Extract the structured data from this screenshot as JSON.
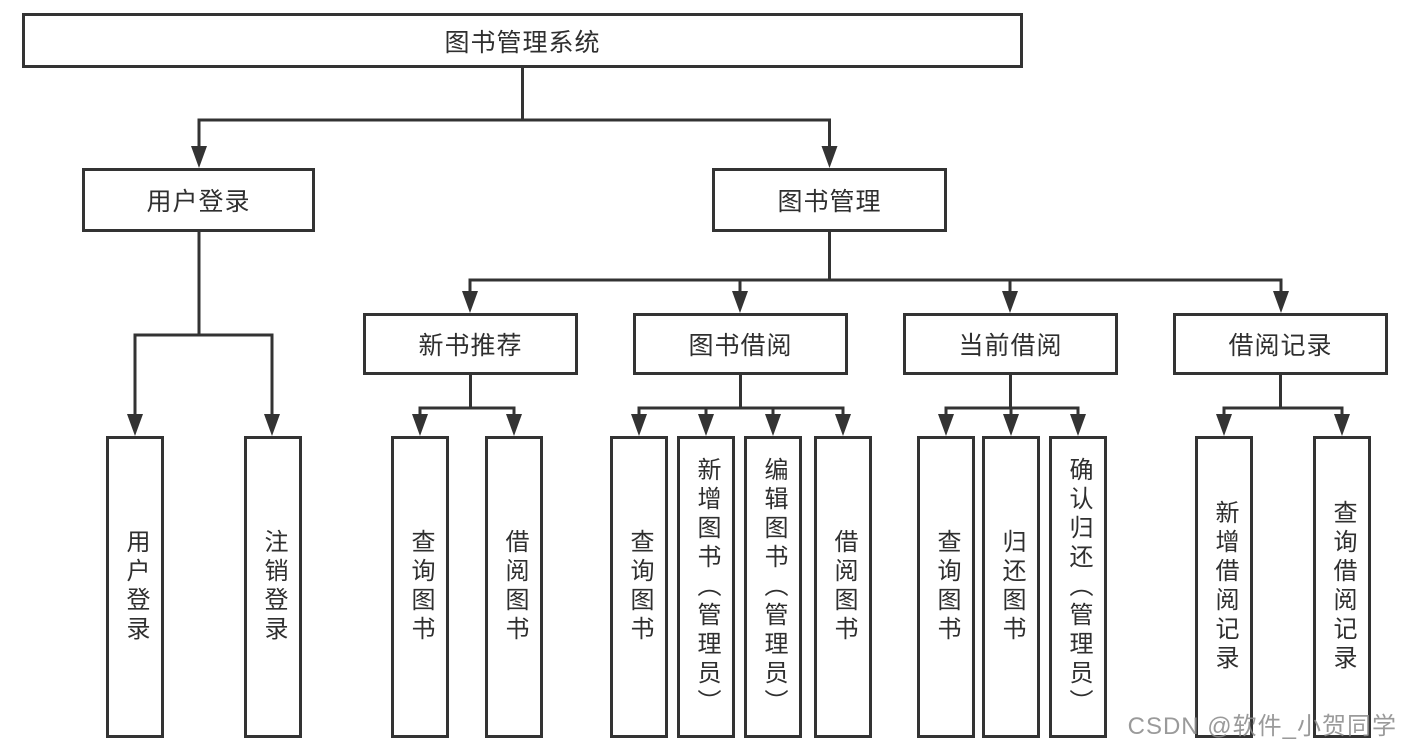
{
  "diagram": {
    "root": {
      "label": "图书管理系统"
    },
    "level2": [
      {
        "label": "用户登录"
      },
      {
        "label": "图书管理"
      }
    ],
    "level3": [
      {
        "label": "新书推荐"
      },
      {
        "label": "图书借阅"
      },
      {
        "label": "当前借阅"
      },
      {
        "label": "借阅记录"
      }
    ],
    "leaves": {
      "user_login": [
        "用户登录",
        "注销登录"
      ],
      "new_book": [
        "查询图书",
        "借阅图书"
      ],
      "book_borrow": [
        "查询图书",
        "新增图书（管理员）",
        "编辑图书（管理员）",
        "借阅图书"
      ],
      "current_borrow": [
        "查询图书",
        "归还图书",
        "确认归还（管理员）"
      ],
      "borrow_record": [
        "新增借阅记录",
        "查询借阅记录"
      ]
    },
    "line_color": "#333333",
    "box_background": "#ffffff"
  },
  "watermark": {
    "text": "CSDN @软件_小贺同学"
  }
}
